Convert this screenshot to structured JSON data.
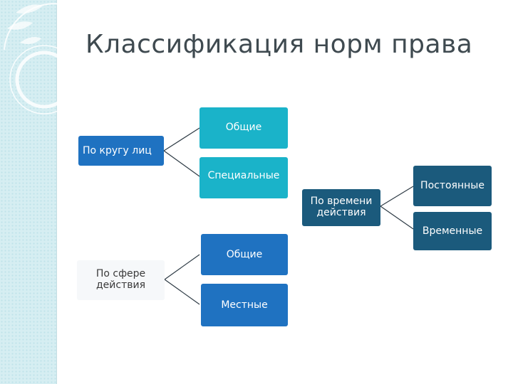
{
  "slide": {
    "title": "Классификация норм права"
  },
  "diagram": {
    "group_circle": {
      "root": "По кругу лиц",
      "children": [
        "Общие",
        "Специальные"
      ]
    },
    "group_time": {
      "root": "По времени действия",
      "children": [
        "Постоянные",
        "Временные"
      ]
    },
    "group_sphere": {
      "root": "По сфере действия",
      "children": [
        "Общие",
        "Местные"
      ]
    }
  },
  "colors": {
    "accent_cyan": "#1ab3c9",
    "accent_blue": "#1f72c1",
    "accent_navy": "#1b5a7c",
    "sidebar": "#d6eef2",
    "title_text": "#3f4a50"
  }
}
